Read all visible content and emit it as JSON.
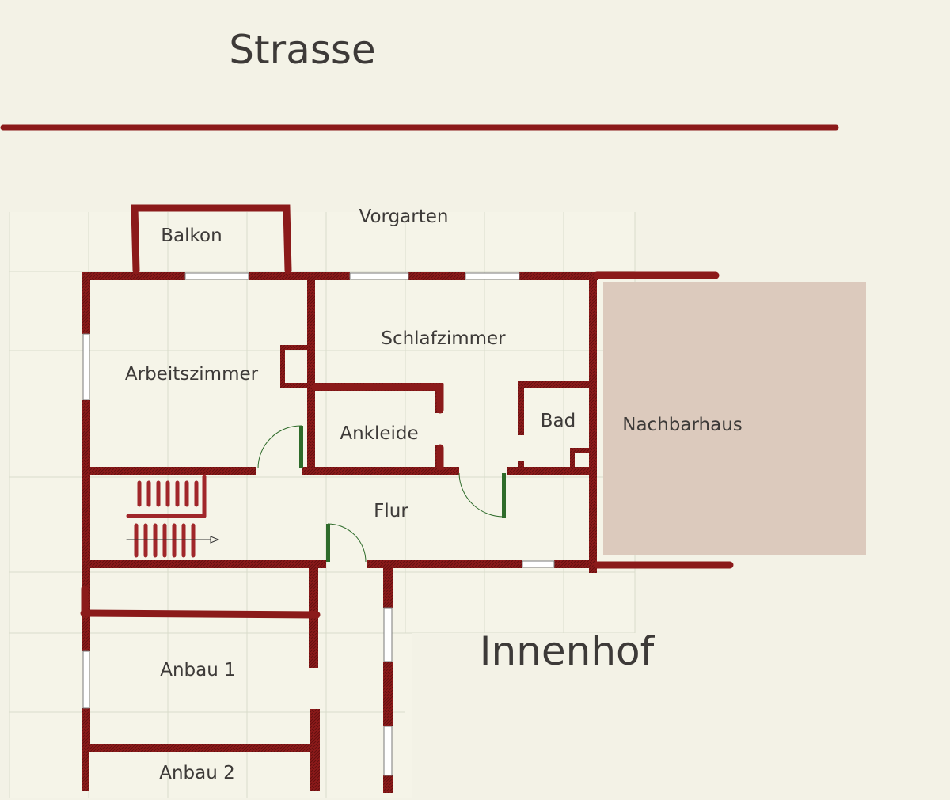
{
  "labels": {
    "strasse": "Strasse",
    "vorgarten": "Vorgarten",
    "balkon": "Balkon",
    "schlafzimmer": "Schlafzimmer",
    "arbeitszimmer": "Arbeitszimmer",
    "ankleide": "Ankleide",
    "bad": "Bad",
    "nachbarhaus": "Nachbarhaus",
    "flur": "Flur",
    "innenhof": "Innenhof",
    "anbau1": "Anbau 1",
    "anbau2": "Anbau 2"
  },
  "colors": {
    "background": "#f3f2e6",
    "wall": "#8b1a1a",
    "door": "#2e6b2a",
    "neighbour_house": "#dccabd",
    "text": "#3d3a38",
    "grid": "#d9dccb"
  }
}
